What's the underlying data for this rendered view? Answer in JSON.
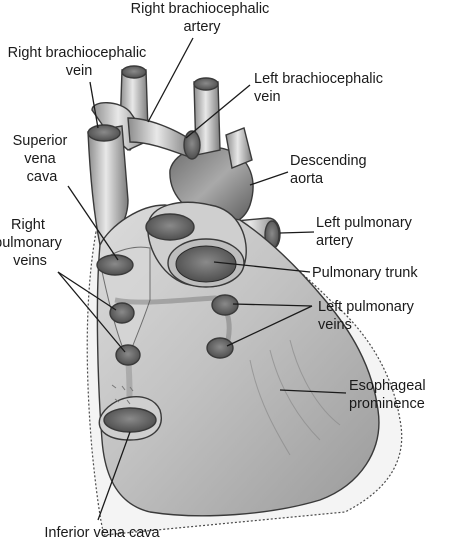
{
  "labels": {
    "right_brachiocephalic_artery": [
      "Right brachiocephalic",
      "artery"
    ],
    "right_brachiocephalic_vein": [
      "Right brachiocephalic",
      "vein"
    ],
    "left_brachiocephalic_vein": [
      "Left brachiocephalic",
      "vein"
    ],
    "superior_vena_cava": [
      "Superior",
      "vena",
      "cava"
    ],
    "descending_aorta": [
      "Descending",
      "aorta"
    ],
    "left_pulmonary_artery": [
      "Left pulmonary",
      "artery"
    ],
    "right_pulmonary_veins": [
      "Right",
      "pulmonary",
      "veins"
    ],
    "pulmonary_trunk": [
      "Pulmonary trunk"
    ],
    "left_pulmonary_veins": [
      "Left pulmonary",
      "veins"
    ],
    "esophageal_prominence": [
      "Esophageal",
      "prominence"
    ],
    "inferior_vena_cava": [
      "Inferior vena cava"
    ]
  }
}
